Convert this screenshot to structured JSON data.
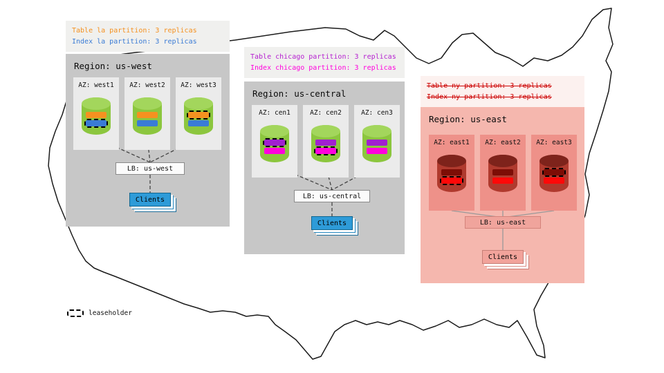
{
  "annotations": {
    "west": {
      "line1": "Table la partition: 3 replicas",
      "line2": "Index la partition: 3 replicas"
    },
    "central": {
      "line1": "Table chicago partition: 3 replicas",
      "line2": "Index chicago partition: 3 replicas"
    },
    "east": {
      "line1": "Table ny partition: 3 replicas",
      "line2": "Index ny partition: 3 replicas"
    }
  },
  "regions": {
    "west": {
      "title": "Region: us-west",
      "lb": "LB: us-west",
      "clients": "Clients",
      "azs": [
        {
          "label": "AZ: west1",
          "replicas": [
            {
              "kind": "table-la",
              "leaseholder": false
            },
            {
              "kind": "index-la",
              "leaseholder": true
            }
          ]
        },
        {
          "label": "AZ: west2",
          "replicas": [
            {
              "kind": "table-la",
              "leaseholder": false
            },
            {
              "kind": "index-la",
              "leaseholder": false
            }
          ]
        },
        {
          "label": "AZ: west3",
          "replicas": [
            {
              "kind": "table-la",
              "leaseholder": true
            },
            {
              "kind": "index-la",
              "leaseholder": false
            }
          ]
        }
      ]
    },
    "central": {
      "title": "Region: us-central",
      "lb": "LB: us-central",
      "clients": "Clients",
      "azs": [
        {
          "label": "AZ: cen1",
          "replicas": [
            {
              "kind": "table-chicago",
              "leaseholder": true
            },
            {
              "kind": "index-chicago",
              "leaseholder": false
            }
          ]
        },
        {
          "label": "AZ: cen2",
          "replicas": [
            {
              "kind": "table-chicago",
              "leaseholder": false
            },
            {
              "kind": "index-chicago",
              "leaseholder": true
            }
          ]
        },
        {
          "label": "AZ: cen3",
          "replicas": [
            {
              "kind": "table-chicago",
              "leaseholder": false
            },
            {
              "kind": "index-chicago",
              "leaseholder": false
            }
          ]
        }
      ]
    },
    "east": {
      "title": "Region: us-east",
      "lb": "LB: us-east",
      "clients": "Clients",
      "azs": [
        {
          "label": "AZ: east1",
          "replicas": [
            {
              "kind": "table-ny",
              "leaseholder": false
            },
            {
              "kind": "index-ny",
              "leaseholder": true
            }
          ]
        },
        {
          "label": "AZ: east2",
          "replicas": [
            {
              "kind": "table-ny",
              "leaseholder": false
            },
            {
              "kind": "index-ny",
              "leaseholder": false
            }
          ]
        },
        {
          "label": "AZ: east3",
          "replicas": [
            {
              "kind": "table-ny",
              "leaseholder": true
            },
            {
              "kind": "index-ny",
              "leaseholder": false
            }
          ]
        }
      ]
    }
  },
  "legend": {
    "label": "leaseholder"
  },
  "colors": {
    "table_la": "#f59120",
    "index_la": "#3a7bd5",
    "table_chicago": "#a020d0",
    "index_chicago": "#ff00dd",
    "table_ny": "#7d0d06",
    "index_ny": "#ff0808",
    "strikethrough_text": "#cc0000",
    "region_gray": "#c7c7c7",
    "az_gray": "#ebebeb",
    "region_east_bg": "#f5b7ae",
    "az_east_bg": "#ee9189",
    "cylinder_green": "#8cc63e",
    "cylinder_red": "#b03a2e",
    "clients_blue": "#2e9bd8",
    "clients_pink": "#f2a39b"
  }
}
